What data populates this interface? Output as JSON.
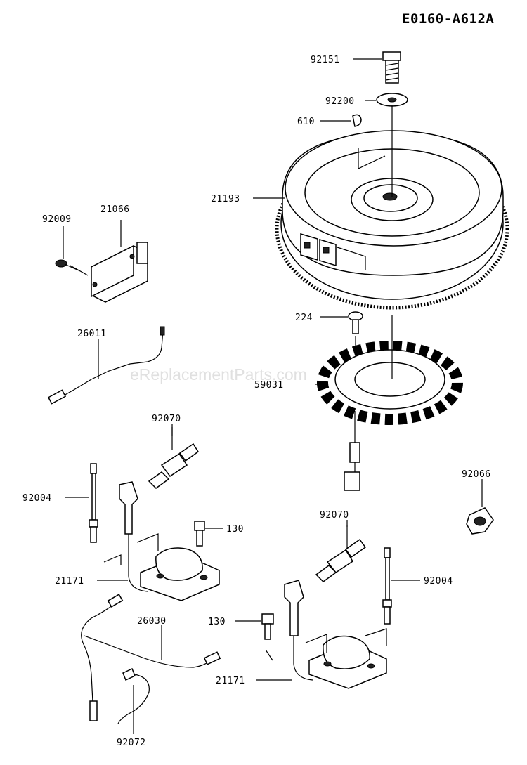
{
  "diagram_code": "E0160-A612A",
  "watermark": "eReplacementParts.com",
  "parts": [
    {
      "id": "p-92151",
      "number": "92151",
      "name": "bolt"
    },
    {
      "id": "p-92200",
      "number": "92200",
      "name": "washer"
    },
    {
      "id": "p-610",
      "number": "610",
      "name": "key"
    },
    {
      "id": "p-21193",
      "number": "21193",
      "name": "flywheel"
    },
    {
      "id": "p-21066",
      "number": "21066",
      "name": "regulator"
    },
    {
      "id": "p-92009",
      "number": "92009",
      "name": "screw"
    },
    {
      "id": "p-224",
      "number": "224",
      "name": "screw"
    },
    {
      "id": "p-26011",
      "number": "26011",
      "name": "lead wire"
    },
    {
      "id": "p-59031",
      "number": "59031",
      "name": "stator"
    },
    {
      "id": "p-92070a",
      "number": "92070",
      "name": "spark plug"
    },
    {
      "id": "p-92066",
      "number": "92066",
      "name": "nut"
    },
    {
      "id": "p-92004a",
      "number": "92004",
      "name": "stud"
    },
    {
      "id": "p-130a",
      "number": "130",
      "name": "bolt"
    },
    {
      "id": "p-92070b",
      "number": "92070",
      "name": "spark plug"
    },
    {
      "id": "p-21171a",
      "number": "21171",
      "name": "ignition coil"
    },
    {
      "id": "p-92004b",
      "number": "92004",
      "name": "stud"
    },
    {
      "id": "p-26030",
      "number": "26030",
      "name": "wire harness"
    },
    {
      "id": "p-130b",
      "number": "130",
      "name": "bolt"
    },
    {
      "id": "p-21171b",
      "number": "21171",
      "name": "ignition coil"
    },
    {
      "id": "p-92072",
      "number": "92072",
      "name": "band"
    }
  ]
}
